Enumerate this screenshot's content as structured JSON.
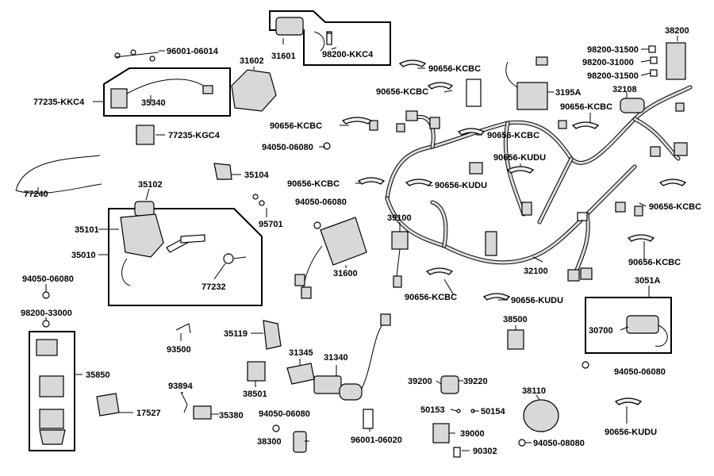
{
  "labels": {
    "l96001_06014": "96001-06014",
    "l31602": "31602",
    "l31601": "31601",
    "l98200_kkc4": "98200-KKC4",
    "l90656_kcbc_a": "90656-KCBC",
    "l38200": "38200",
    "l98200_31500_a": "98200-31500",
    "l98200_31000": "98200-31000",
    "l98200_31500_b": "98200-31500",
    "l77235_kkc4": "77235-KKC4",
    "l35340": "35340",
    "l90656_kcbc_b": "90656-KCBC",
    "l3195a": "3195A",
    "l32108": "32108",
    "l90656_kcbc_c": "90656-KCBC",
    "l90656_kcbc_d": "90656-KCBC",
    "l90656_kcbc_e": "90656-KCBC",
    "l77235_kgc4": "77235-KGC4",
    "l94050_06080_a": "94050-06080",
    "l90656_kudu_a": "90656-KUDU",
    "l35104": "35104",
    "l77240": "77240",
    "l35102": "35102",
    "l90656_kcbc_f": "90656-KCBC",
    "l90656_kudu_b": "90656-KUDU",
    "l94050_06080_b": "94050-06080",
    "l90656_kcbc_g": "90656-KCBC",
    "l95701": "95701",
    "l35101": "35101",
    "l39100": "39100",
    "l35010": "35010",
    "l31600": "31600",
    "l32100": "32100",
    "l90656_kcbc_h": "90656-KCBC",
    "l94050_06080_c": "94050-06080",
    "l77232": "77232",
    "l3051a": "3051A",
    "l90656_kcbc_i": "90656-KCBC",
    "l90656_kudu_c": "90656-KUDU",
    "l98200_33000": "98200-33000",
    "l38500": "38500",
    "l30700": "30700",
    "l35119": "35119",
    "l93500": "93500",
    "l31345": "31345",
    "l31340": "31340",
    "l94050_06080_d": "94050-06080",
    "l35850": "35850",
    "l38501": "38501",
    "l39200": "39200",
    "l39220": "39220",
    "l93894": "93894",
    "l38110": "38110",
    "l17527": "17527",
    "l50153": "50153",
    "l50154": "50154",
    "l35380": "35380",
    "l94050_06080_e": "94050-06080",
    "l39000": "39000",
    "l90656_kudu_d": "90656-KUDU",
    "l38300": "38300",
    "l96001_06020": "96001-06020",
    "l94050_08080": "94050-08080",
    "l90302": "90302"
  }
}
